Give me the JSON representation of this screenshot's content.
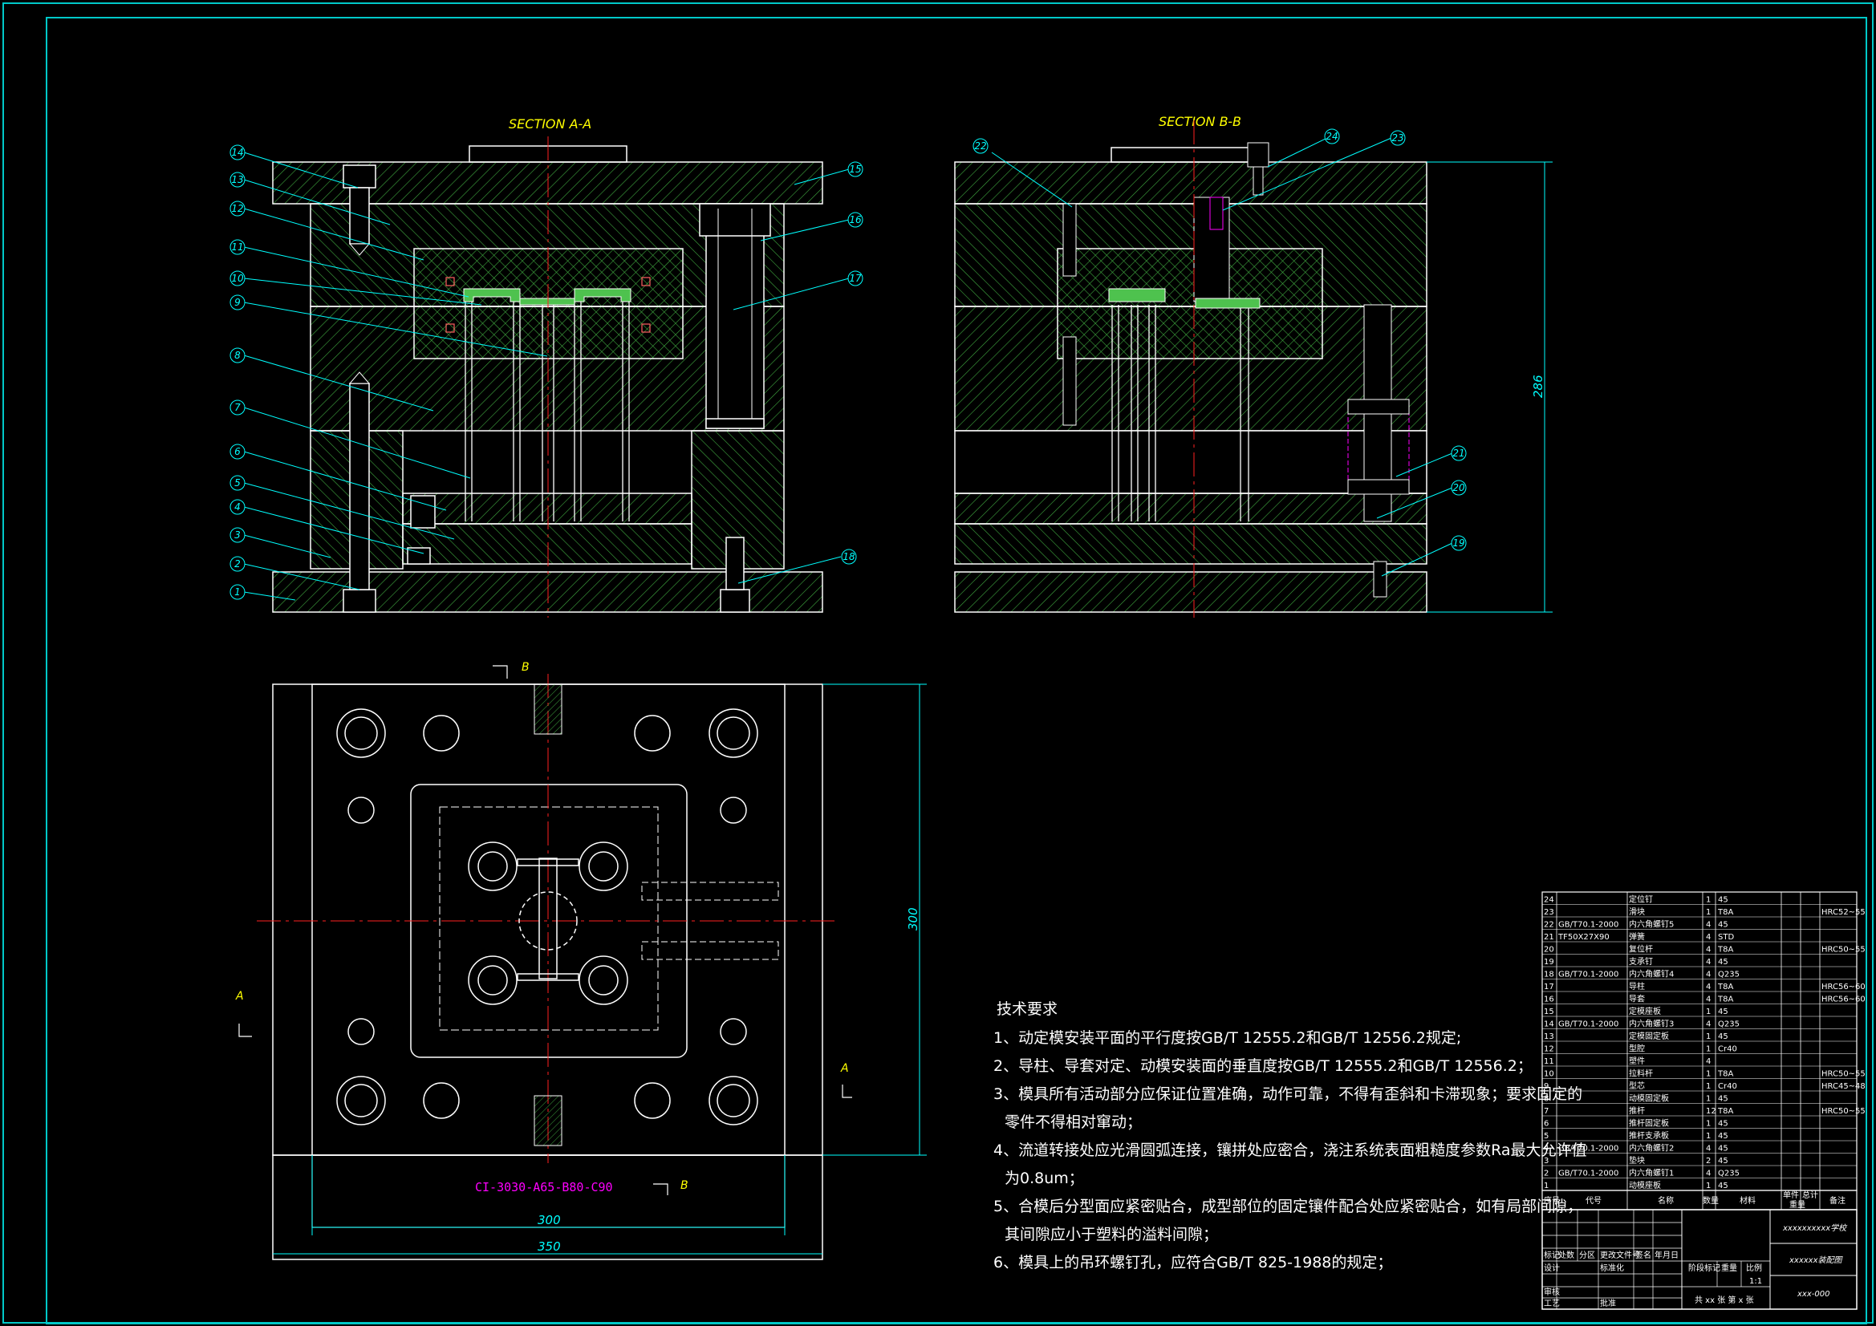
{
  "views": {
    "section_aa_title": "SECTION A-A",
    "section_bb_title": "SECTION B-B",
    "plan_marks": {
      "b_top": "B",
      "b_bottom": "B",
      "a_left": "A",
      "a_right": "A"
    },
    "mold_base_code": "CI-3030-A65-B80-C90"
  },
  "dimensions": {
    "height": "286",
    "plan_height": "300",
    "plan_width_inner": "300",
    "plan_width_outer": "350"
  },
  "balloons_aa": [
    "14",
    "13",
    "12",
    "11",
    "10",
    "9",
    "8",
    "7",
    "6",
    "5",
    "4",
    "3",
    "2",
    "1",
    "15",
    "16",
    "17",
    "18"
  ],
  "balloons_bb": [
    "22",
    "24",
    "23",
    "21",
    "20",
    "19"
  ],
  "technical_requirements": {
    "title": "技术要求",
    "lines": [
      "1、动定模安装平面的平行度按GB/T 12555.2和GB/T 12556.2规定;",
      "2、导柱、导套对定、动模安装面的垂直度按GB/T 12555.2和GB/T 12556.2；",
      "3、模具所有活动部分应保证位置准确，动作可靠，不得有歪斜和卡滞现象；要求固定的",
      "零件不得相对窜动；",
      "4、流道转接处应光滑圆弧连接，镶拼处应密合，浇注系统表面粗糙度参数Ra最大允许值",
      "为0.8um；",
      "5、合模后分型面应紧密贴合，成型部位的固定镶件配合处应紧密贴合，如有局部间隙，",
      "其间隙应小于塑料的溢料间隙；",
      "6、模具上的吊环螺钉孔，应符合GB/T 825-1988的规定；"
    ]
  },
  "bom": [
    {
      "no": "24",
      "std": "",
      "name": "定位钉",
      "qty": "1",
      "mat": "45",
      "note": ""
    },
    {
      "no": "23",
      "std": "",
      "name": "滑块",
      "qty": "1",
      "mat": "T8A",
      "note": "HRC52~55"
    },
    {
      "no": "22",
      "std": "GB/T70.1-2000",
      "name": "内六角螺钉5",
      "qty": "4",
      "mat": "45",
      "note": ""
    },
    {
      "no": "21",
      "std": "TF50X27X90",
      "name": "弹簧",
      "qty": "4",
      "mat": "STD",
      "note": ""
    },
    {
      "no": "20",
      "std": "",
      "name": "复位杆",
      "qty": "4",
      "mat": "T8A",
      "note": "HRC50~55"
    },
    {
      "no": "19",
      "std": "",
      "name": "支承钉",
      "qty": "4",
      "mat": "45",
      "note": ""
    },
    {
      "no": "18",
      "std": "GB/T70.1-2000",
      "name": "内六角螺钉4",
      "qty": "4",
      "mat": "Q235",
      "note": ""
    },
    {
      "no": "17",
      "std": "",
      "name": "导柱",
      "qty": "4",
      "mat": "T8A",
      "note": "HRC56~60"
    },
    {
      "no": "16",
      "std": "",
      "name": "导套",
      "qty": "4",
      "mat": "T8A",
      "note": "HRC56~60"
    },
    {
      "no": "15",
      "std": "",
      "name": "定模座板",
      "qty": "1",
      "mat": "45",
      "note": ""
    },
    {
      "no": "14",
      "std": "GB/T70.1-2000",
      "name": "内六角螺钉3",
      "qty": "4",
      "mat": "Q235",
      "note": ""
    },
    {
      "no": "13",
      "std": "",
      "name": "定模固定板",
      "qty": "1",
      "mat": "45",
      "note": ""
    },
    {
      "no": "12",
      "std": "",
      "name": "型腔",
      "qty": "1",
      "mat": "Cr40",
      "note": ""
    },
    {
      "no": "11",
      "std": "",
      "name": "塑件",
      "qty": "4",
      "mat": "",
      "note": ""
    },
    {
      "no": "10",
      "std": "",
      "name": "拉料杆",
      "qty": "1",
      "mat": "T8A",
      "note": "HRC50~55"
    },
    {
      "no": "9",
      "std": "",
      "name": "型芯",
      "qty": "1",
      "mat": "Cr40",
      "note": "HRC45~48"
    },
    {
      "no": "8",
      "std": "",
      "name": "动模固定板",
      "qty": "1",
      "mat": "45",
      "note": ""
    },
    {
      "no": "7",
      "std": "",
      "name": "推杆",
      "qty": "12",
      "mat": "T8A",
      "note": "HRC50~55"
    },
    {
      "no": "6",
      "std": "",
      "name": "推杆固定板",
      "qty": "1",
      "mat": "45",
      "note": ""
    },
    {
      "no": "5",
      "std": "",
      "name": "推杆支承板",
      "qty": "1",
      "mat": "45",
      "note": ""
    },
    {
      "no": "4",
      "std": "GB/T70.1-2000",
      "name": "内六角螺钉2",
      "qty": "4",
      "mat": "45",
      "note": ""
    },
    {
      "no": "3",
      "std": "",
      "name": "垫块",
      "qty": "2",
      "mat": "45",
      "note": ""
    },
    {
      "no": "2",
      "std": "GB/T70.1-2000",
      "name": "内六角螺钉1",
      "qty": "4",
      "mat": "Q235",
      "note": ""
    },
    {
      "no": "1",
      "std": "",
      "name": "动模座板",
      "qty": "1",
      "mat": "45",
      "note": ""
    }
  ],
  "bom_header": {
    "no": "序号",
    "std": "代号",
    "name": "名称",
    "qty": "数量",
    "mat": "材料",
    "single": "单件",
    "total": "总计",
    "weight": "重量",
    "note": "备注"
  },
  "title_block": {
    "school": "xxxxxxxxxx学校",
    "drawing_name": "xxxxxx装配图",
    "drawing_no": "xxx-000",
    "scale_label": "比例",
    "scale": "1:1",
    "sheets": "共 xx 张  第 x 张",
    "row_labels": [
      "标记",
      "处数",
      "分区",
      "更改文件号",
      "签名",
      "年月日"
    ],
    "left_labels": [
      "设计",
      "审核",
      "工艺",
      "标准化",
      "批准"
    ],
    "stage_label": "阶段标记",
    "weight_label": "重量"
  },
  "colors": {
    "background": "#000000",
    "outline": "#ffffff",
    "hatch": "#4ec24e",
    "dimension": "#00ffff",
    "centerline": "#ff2020",
    "title_text": "#ffff00",
    "part_highlight": "#4ec24e",
    "ejector": "#ff00ff"
  }
}
